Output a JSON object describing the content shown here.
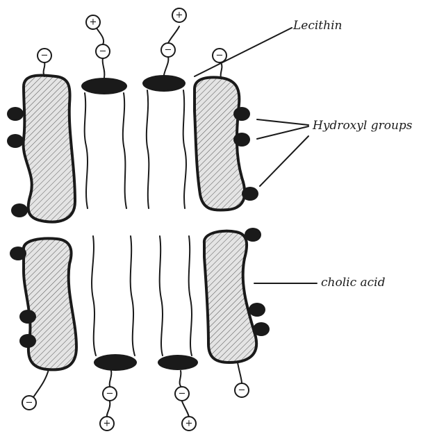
{
  "labels": {
    "lecithin": "Lecithin",
    "hydroxyl": "Hydroxyl groups",
    "cholic": "cholic acid"
  },
  "signs": {
    "plus": "+",
    "minus": "−"
  },
  "colors": {
    "ink": "#1a1a1a",
    "hatch_fill": "#e4e4e4",
    "background": "#ffffff"
  }
}
